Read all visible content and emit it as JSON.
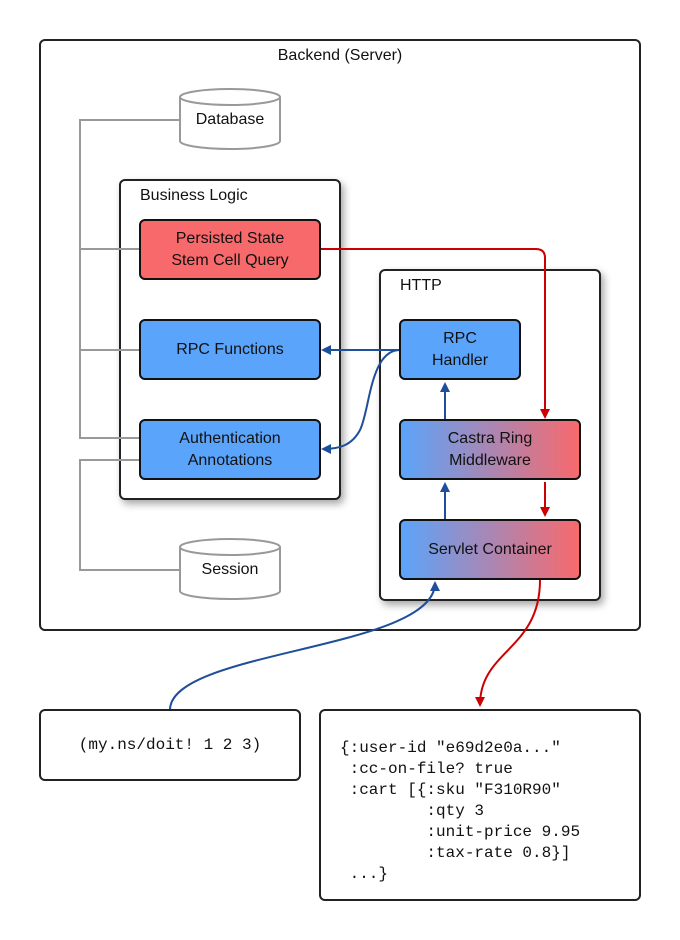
{
  "backend": {
    "title": "Backend (Server)"
  },
  "business_logic": {
    "title": "Business Logic",
    "persisted_state": "Persisted State\nStem Cell Query",
    "rpc_functions": "RPC Functions",
    "authentication": "Authentication\nAnnotations"
  },
  "http": {
    "title": "HTTP",
    "rpc_handler": "RPC\nHandler",
    "castra_ring": "Castra Ring\nMiddleware",
    "servlet": "Servlet Container"
  },
  "stores": {
    "database": "Database",
    "session": "Session"
  },
  "request": {
    "code": "(my.ns/doit! 1 2 3)"
  },
  "response": {
    "code": "{:user-id \"e69d2e0a...\"\n :cc-on-file? true\n :cart [{:sku \"F310R90\"\n         :qty 3\n         :unit-price 9.95\n         :tax-rate 0.8}]\n ...}"
  },
  "colors": {
    "blue": "#5ba4fb",
    "red": "#f8696c",
    "blue_edge": "#1f4e9a",
    "red_edge": "#cc0000",
    "gray_edge": "#999999"
  }
}
